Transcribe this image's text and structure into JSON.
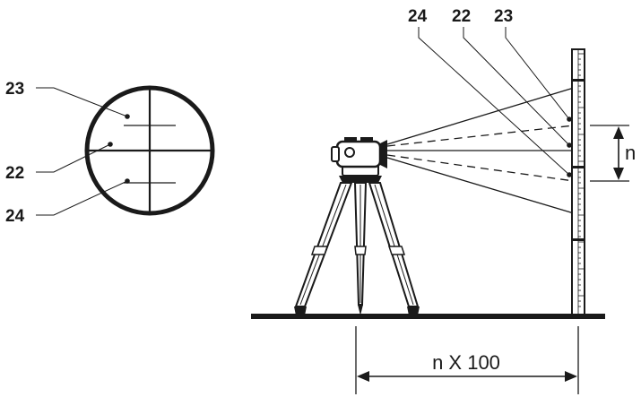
{
  "labels": {
    "reticle_top": "23",
    "reticle_middle": "22",
    "reticle_bottom": "24",
    "staff_left": "24",
    "staff_middle": "22",
    "staff_right": "23",
    "interval": "n",
    "distance": "n X 100"
  },
  "colors": {
    "ink": "#1a1a1a",
    "background": "#ffffff"
  }
}
